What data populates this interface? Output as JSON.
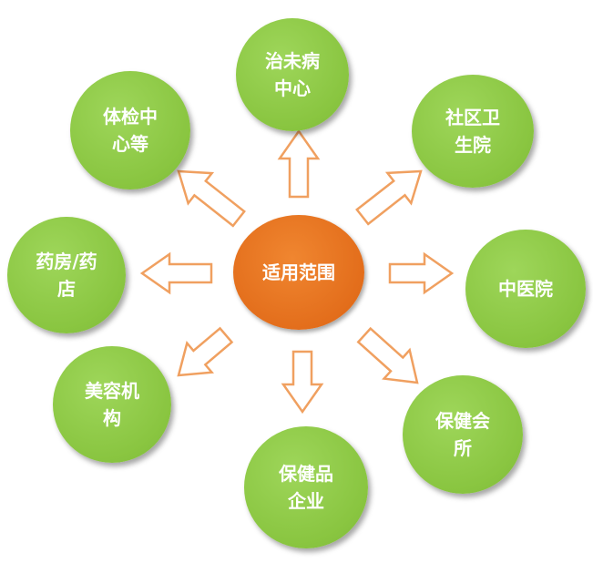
{
  "colors": {
    "green": "#89c540",
    "orange": "#e26c1a",
    "arrow_outline": "#f0a060"
  },
  "center": {
    "label": "适用范围"
  },
  "nodes": {
    "top": {
      "label": "治未病\n中心"
    },
    "top_right": {
      "label": "社区卫\n生院"
    },
    "right": {
      "label": "中医院"
    },
    "bottom_right": {
      "label": "保健会\n所"
    },
    "bottom": {
      "label": "保健品\n企业"
    },
    "bottom_left": {
      "label": "美容机\n构"
    },
    "left": {
      "label": "药房/药\n店"
    },
    "top_left": {
      "label": "体检中\n心等"
    }
  }
}
